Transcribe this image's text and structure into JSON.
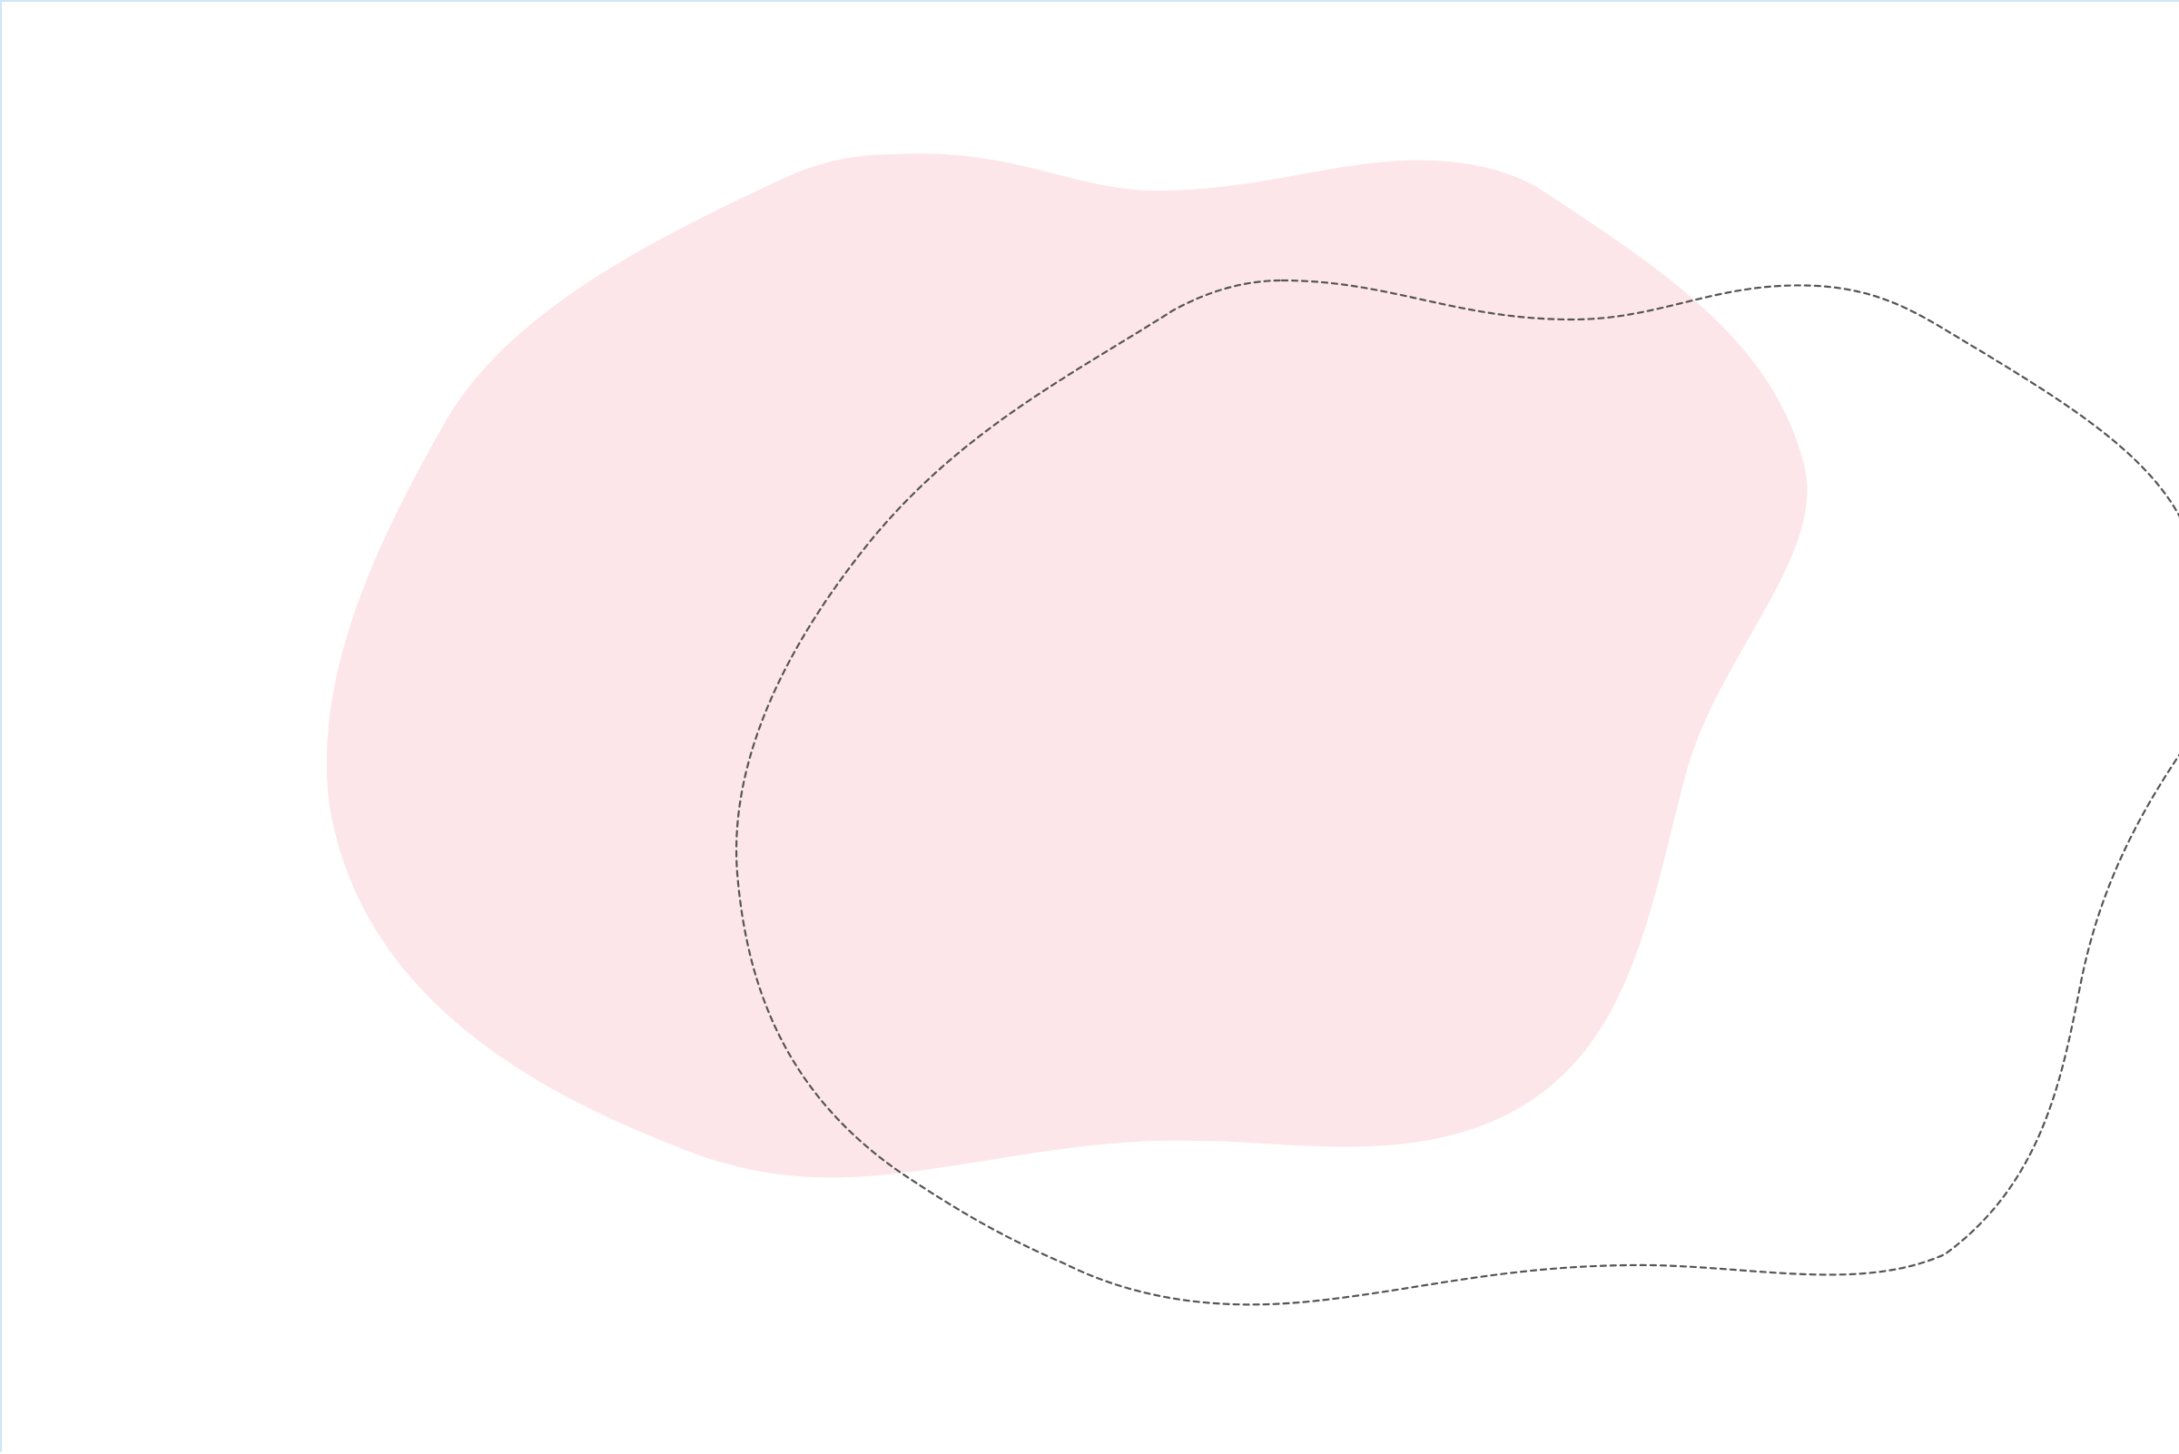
{
  "colors": {
    "background": "#ffffff",
    "frame_border": "#cfe6f7",
    "blob_fill": "#fde6ea",
    "outline_stroke": "#555555"
  },
  "shapes": {
    "filled_blob": {
      "style": "solid",
      "color_ref": "blob_fill"
    },
    "dashed_outline": {
      "style": "dashed",
      "color_ref": "outline_stroke"
    }
  }
}
